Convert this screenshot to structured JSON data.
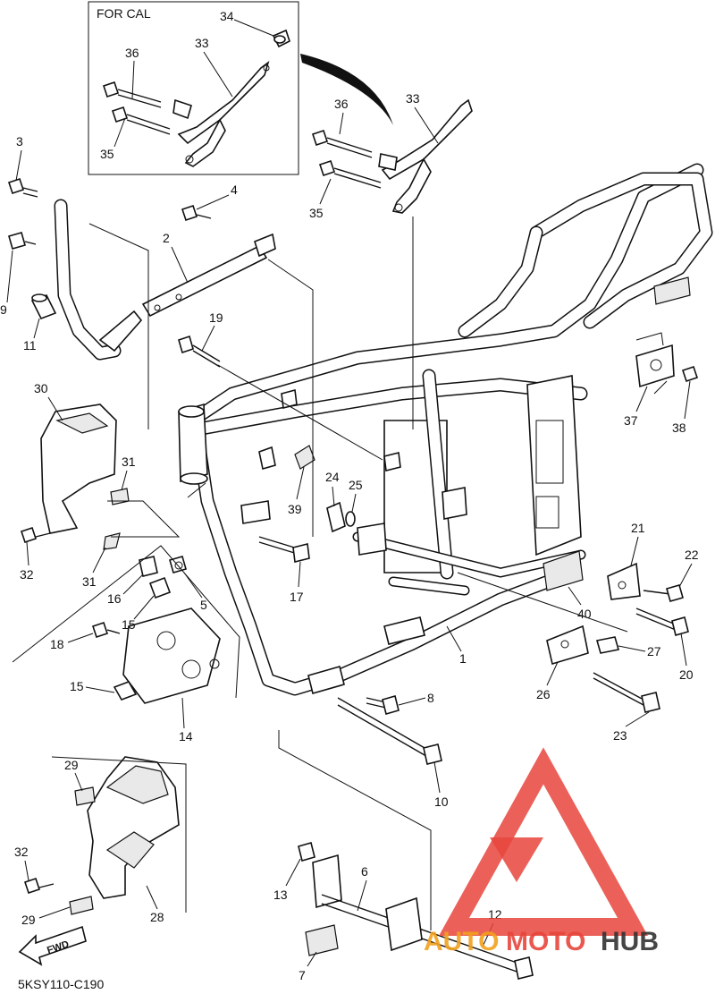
{
  "inset": {
    "title": "FOR CAL"
  },
  "diagram_code": "5KSY110-C190",
  "fwd_label": "FWD",
  "watermark": {
    "word_part1": "AUTO",
    "word_part2": "MOTO",
    "word_part3": "HUB",
    "color_red": "#e8453c",
    "color_dark": "#333333"
  },
  "callouts": [
    "34",
    "33",
    "36",
    "35",
    "33",
    "36",
    "35",
    "3",
    "4",
    "2",
    "9",
    "11",
    "19",
    "30",
    "31",
    "31",
    "32",
    "16",
    "5",
    "15",
    "18",
    "15",
    "14",
    "39",
    "24",
    "25",
    "17",
    "37",
    "38",
    "21",
    "22",
    "40",
    "27",
    "20",
    "1",
    "26",
    "23",
    "8",
    "10",
    "29",
    "32",
    "28",
    "29",
    "13",
    "6",
    "12",
    "7"
  ]
}
